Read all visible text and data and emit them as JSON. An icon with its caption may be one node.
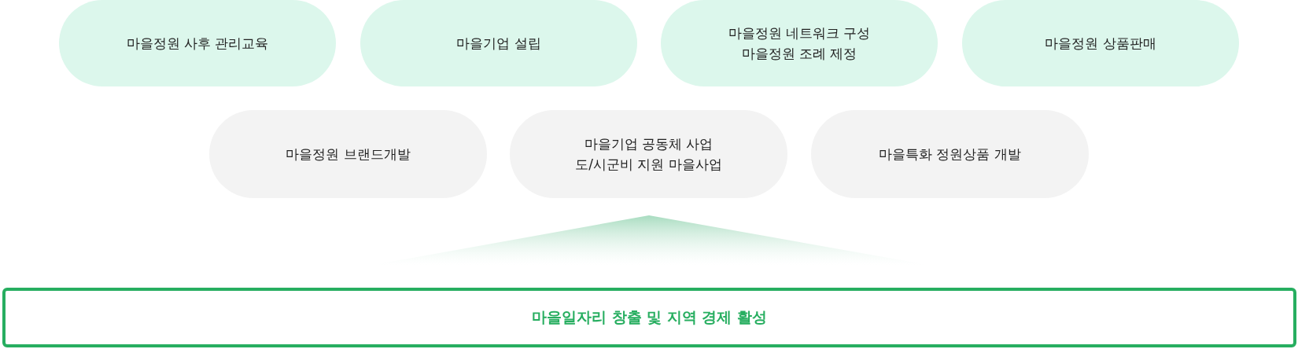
{
  "diagram": {
    "nodes": [
      {
        "text": [
          "마을정원 사후 관리교육"
        ]
      },
      {
        "text": [
          "마을기업 설립"
        ]
      },
      {
        "text": [
          "마을정원 네트워크 구성 마을정원 조례 제정"
        ]
      },
      {
        "text": [
          "마을정원 상품판매"
        ]
      },
      {
        "text": [
          "마을정원 브랜드개발"
        ]
      },
      {
        "text": [
          "마을기업 공동체 사업 도/시군비 지원 마을사업"
        ]
      },
      {
        "text": [
          "마을특화 정원상품 개발"
        ]
      },
      {
        "text": [
          "마을일자리 창출 및 지역 경제 활성"
        ]
      }
    ]
  }
}
